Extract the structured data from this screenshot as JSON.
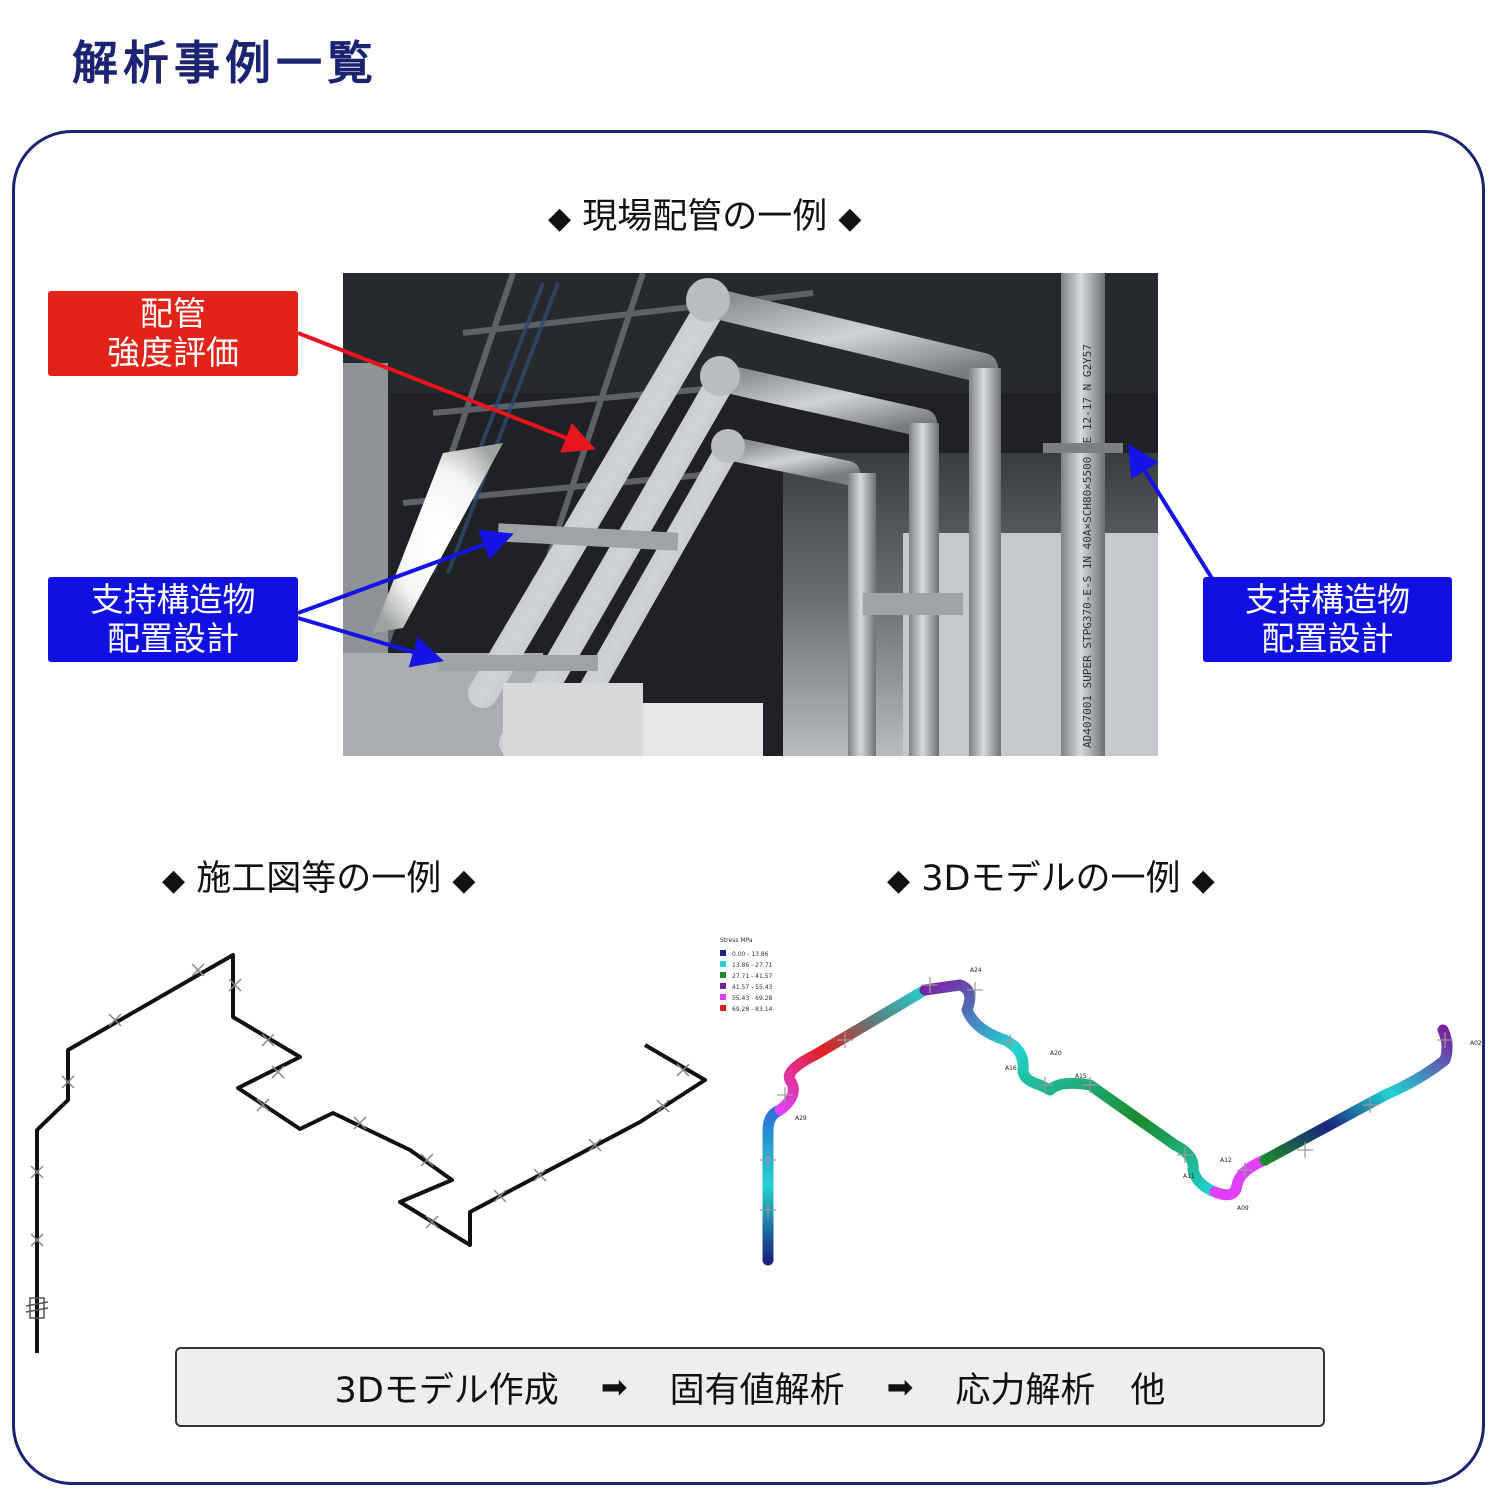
{
  "page_title": "解析事例一覧",
  "sections": {
    "site": {
      "heading": "現場配管の一例"
    },
    "drawing": {
      "heading": "施工図等の一例"
    },
    "model": {
      "heading": "3Dモデルの一例"
    }
  },
  "heading_marker": "◆",
  "labels": {
    "strength": {
      "line1": "配管",
      "line2": "強度評価"
    },
    "support_left": {
      "line1": "支持構造物",
      "line2": "配置設計"
    },
    "support_right": {
      "line1": "支持構造物",
      "line2": "配置設計"
    }
  },
  "photo_marking": "AD407001 SUPER STPG370-E-S 1N 40A×SCH80×5500 NE 12-17 N G2Y57",
  "model_legend": {
    "title": "Stress  MPa",
    "ranges": [
      {
        "label": "0.00 -  13.86",
        "color": "#1a237e"
      },
      {
        "label": "13.86 -  27.71",
        "color": "#22d3d3"
      },
      {
        "label": "27.71 -  41.57",
        "color": "#1b8a2a"
      },
      {
        "label": "41.57 -  55.43",
        "color": "#7b1fa2"
      },
      {
        "label": "55.43 -  69.28",
        "color": "#e040fb"
      },
      {
        "label": "69.28 -  83.14",
        "color": "#e02020"
      }
    ]
  },
  "model_nodes": [
    "A24",
    "A20",
    "A16",
    "A15",
    "A29",
    "A12",
    "A11",
    "A09",
    "A02"
  ],
  "flow": {
    "step1": "3Dモデル作成",
    "step2": "固有値解析",
    "step3": "応力解析　他",
    "arrow": "➡"
  },
  "colors": {
    "navy": "#1b2470",
    "label_red": "#e2231a",
    "label_blue": "#1010e0",
    "arrow_red": "#e8141e",
    "arrow_blue": "#1414e6"
  }
}
